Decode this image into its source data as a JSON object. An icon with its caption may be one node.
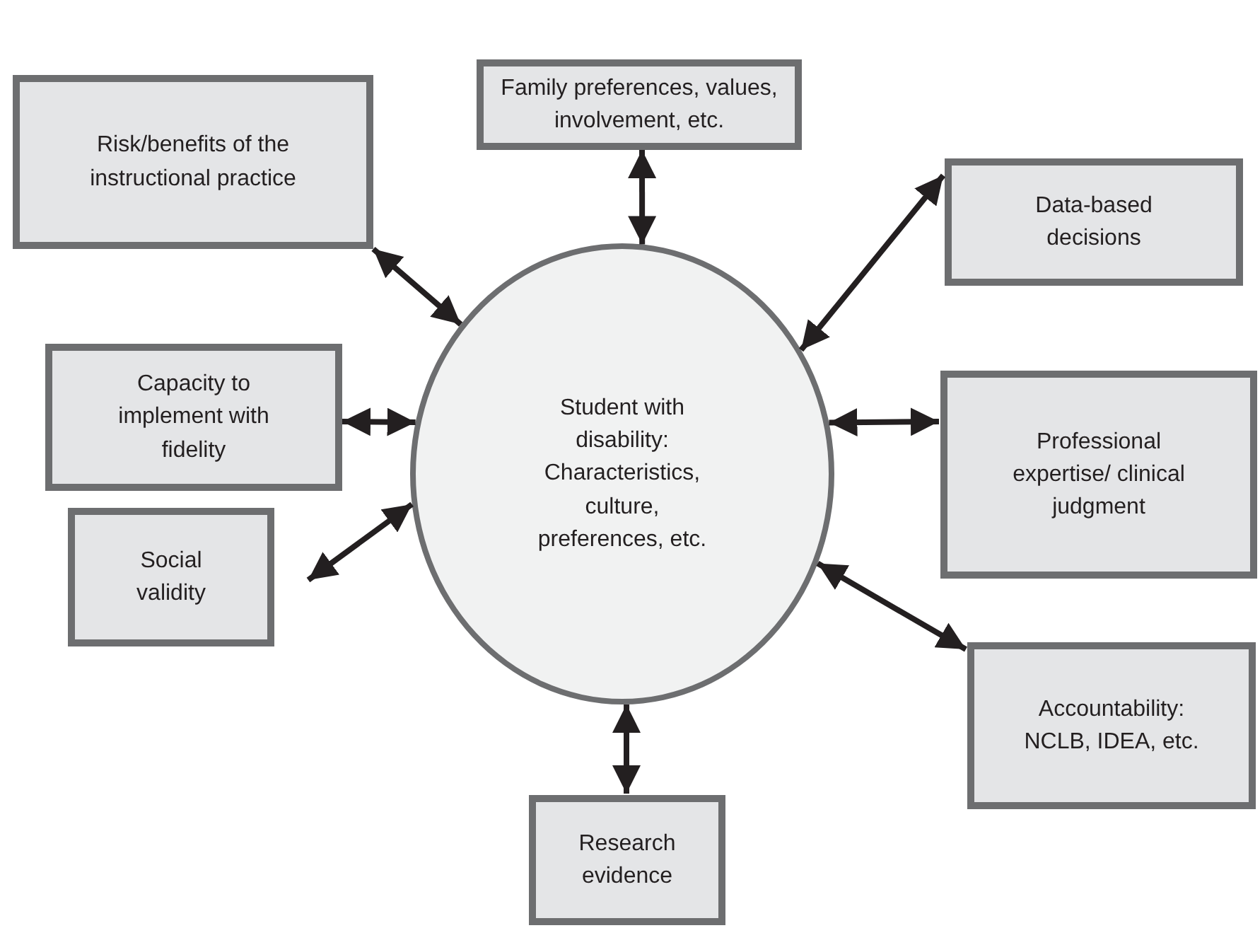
{
  "diagram": {
    "nodes": [
      {
        "text": [
          "Student with disability: Characteristics, culture, preferences, etc."
        ]
      },
      {
        "text": [
          "Family preferences, values, involvement, etc."
        ]
      },
      {
        "text": [
          "Risk/benefits of the instructional practice"
        ]
      },
      {
        "text": [
          "Data-based decisions"
        ]
      },
      {
        "text": [
          "Capacity to implement with fidelity"
        ]
      },
      {
        "text": [
          "Professional expertise/ clinical judgment"
        ]
      },
      {
        "text": [
          "Social validity"
        ]
      },
      {
        "text": [
          "Accountability: NCLB, IDEA, etc."
        ]
      },
      {
        "text": [
          "Research evidence"
        ]
      }
    ],
    "edges": [
      {
        "from": 0,
        "to": 1,
        "arrow": "both"
      },
      {
        "from": 0,
        "to": 2,
        "arrow": "both"
      },
      {
        "from": 0,
        "to": 3,
        "arrow": "both"
      },
      {
        "from": 0,
        "to": 4,
        "arrow": "both"
      },
      {
        "from": 0,
        "to": 5,
        "arrow": "both"
      },
      {
        "from": 0,
        "to": 6,
        "arrow": "both"
      },
      {
        "from": 0,
        "to": 7,
        "arrow": "both"
      },
      {
        "from": 0,
        "to": 8,
        "arrow": "both"
      }
    ]
  }
}
